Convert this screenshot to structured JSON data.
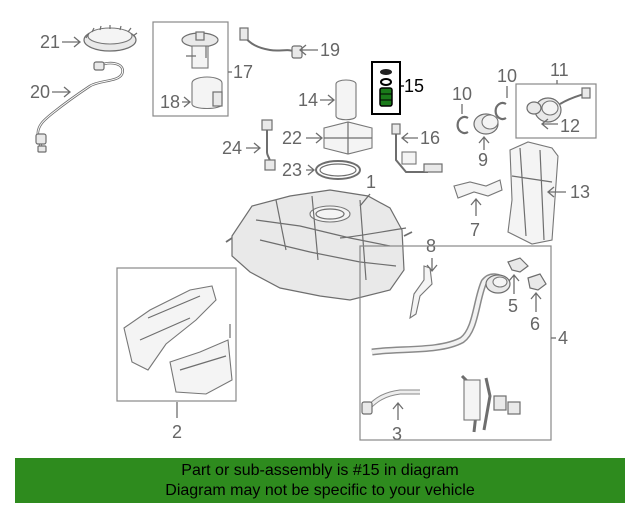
{
  "diagram": {
    "callouts": {
      "c1": "1",
      "c2": "2",
      "c3": "3",
      "c4": "4",
      "c5": "5",
      "c6": "6",
      "c7": "7",
      "c8": "8",
      "c9": "9",
      "c10a": "10",
      "c10b": "10",
      "c11": "11",
      "c12": "12",
      "c13": "13",
      "c14": "14",
      "c15": "15",
      "c16": "16",
      "c17": "17",
      "c18": "18",
      "c19": "19",
      "c20": "20",
      "c21": "21",
      "c22": "22",
      "c23": "23",
      "c24": "24"
    },
    "highlight_color": "#000000",
    "line_color": "#6e6e6e"
  },
  "banner": {
    "line1": "Part or sub-assembly is #15 in diagram",
    "line2": "Diagram may not be specific to your vehicle",
    "background": "#2e8b1e"
  }
}
